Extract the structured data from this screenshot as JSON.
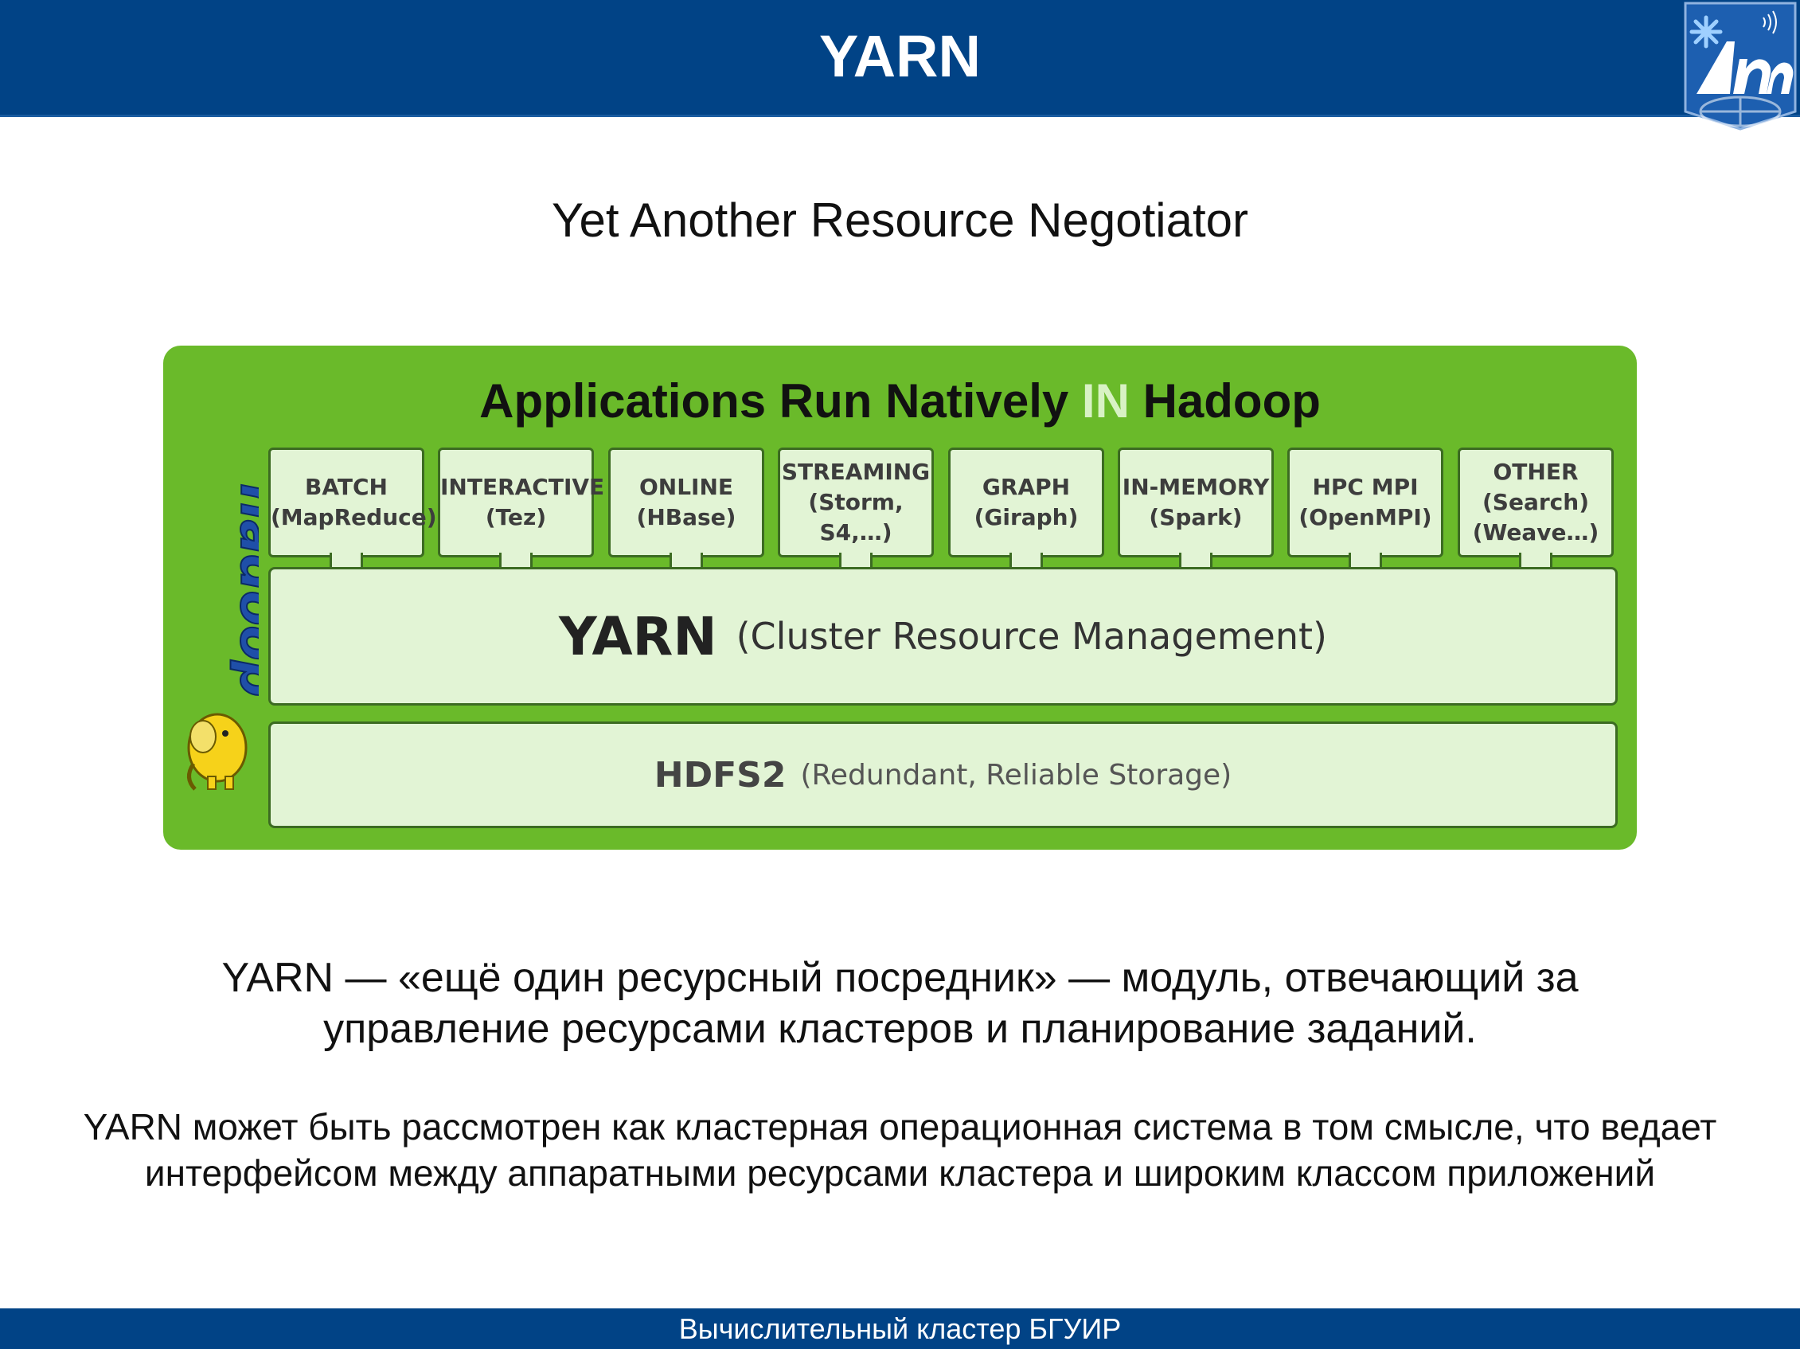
{
  "header": {
    "title": "YARN"
  },
  "subtitle": "Yet Another Resource Negotiator",
  "diagram": {
    "title_part1": "Applications Run Natively ",
    "title_highlight": "IN",
    "title_part2": " Hadoop",
    "logo_text": "hadoop",
    "apps": [
      {
        "name": "BATCH",
        "line2": "(MapReduce)",
        "line3": ""
      },
      {
        "name": "INTERACTIVE",
        "line2": "(Tez)",
        "line3": ""
      },
      {
        "name": "ONLINE",
        "line2": "(HBase)",
        "line3": ""
      },
      {
        "name": "STREAMING",
        "line2": "(Storm, S4,…)",
        "line3": ""
      },
      {
        "name": "GRAPH",
        "line2": "(Giraph)",
        "line3": ""
      },
      {
        "name": "IN-MEMORY",
        "line2": "(Spark)",
        "line3": ""
      },
      {
        "name": "HPC MPI",
        "line2": "(OpenMPI)",
        "line3": ""
      },
      {
        "name": "OTHER",
        "line2": "(Search)",
        "line3": "(Weave…)"
      }
    ],
    "yarn": {
      "name": "YARN",
      "desc": "(Cluster Resource Management)"
    },
    "hdfs": {
      "name": "HDFS2",
      "desc": "(Redundant, Reliable Storage)"
    }
  },
  "paragraph1": "YARN — «ещё один ресурсный посредник» — модуль, отвечающий за управление ресурсами кластеров и планирование заданий.",
  "paragraph2": "YARN может быть рассмотрен как кластерная операционная система в том смысле, что ведает интерфейсом между аппаратными ресурсами кластера и широким классом приложений",
  "footer": "Вычислительный кластер БГУИР",
  "colors": {
    "header_bg": "#014386",
    "diagram_bg": "#6aba2a",
    "box_bg": "#e2f4d5",
    "highlight": "#d8f2c4"
  }
}
